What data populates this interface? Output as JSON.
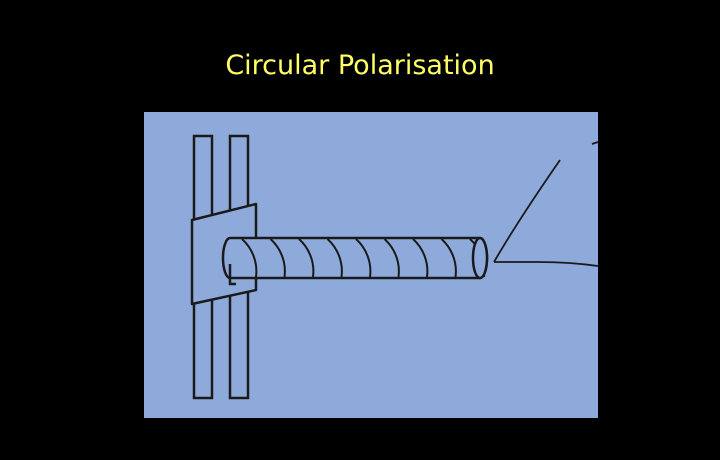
{
  "slide": {
    "title": "Circular Polarisation",
    "colors": {
      "background": "#000000",
      "title": "#ffff66",
      "panel": "#8eaadb",
      "stroke": "#1a1a1a"
    },
    "diagram": {
      "subject": "helical antenna on a mounting bracket",
      "helix_turns": 9
    }
  }
}
